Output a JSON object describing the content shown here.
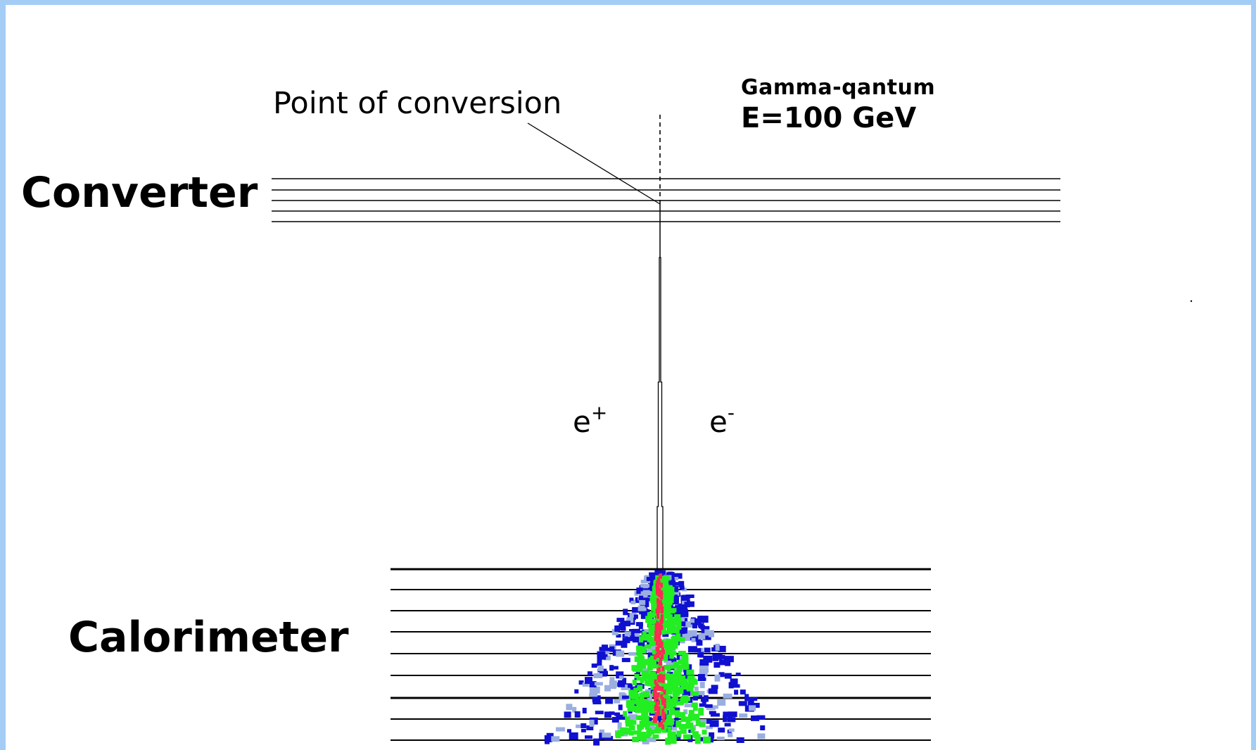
{
  "labels": {
    "point_of_conversion": "Point of conversion",
    "gamma_title": "Gamma-qantum",
    "energy": "E=100 GeV",
    "converter": "Converter",
    "calorimeter": "Calorimeter",
    "positron_base": "e",
    "positron_charge": "+",
    "electron_base": "e",
    "electron_charge": "-"
  },
  "colors": {
    "frame": "#a4cdf6",
    "shower_core": "#ff2a55",
    "shower_mid": "#22ee22",
    "shower_outer": "#1010d0",
    "shower_faint": "#9aaee0"
  }
}
